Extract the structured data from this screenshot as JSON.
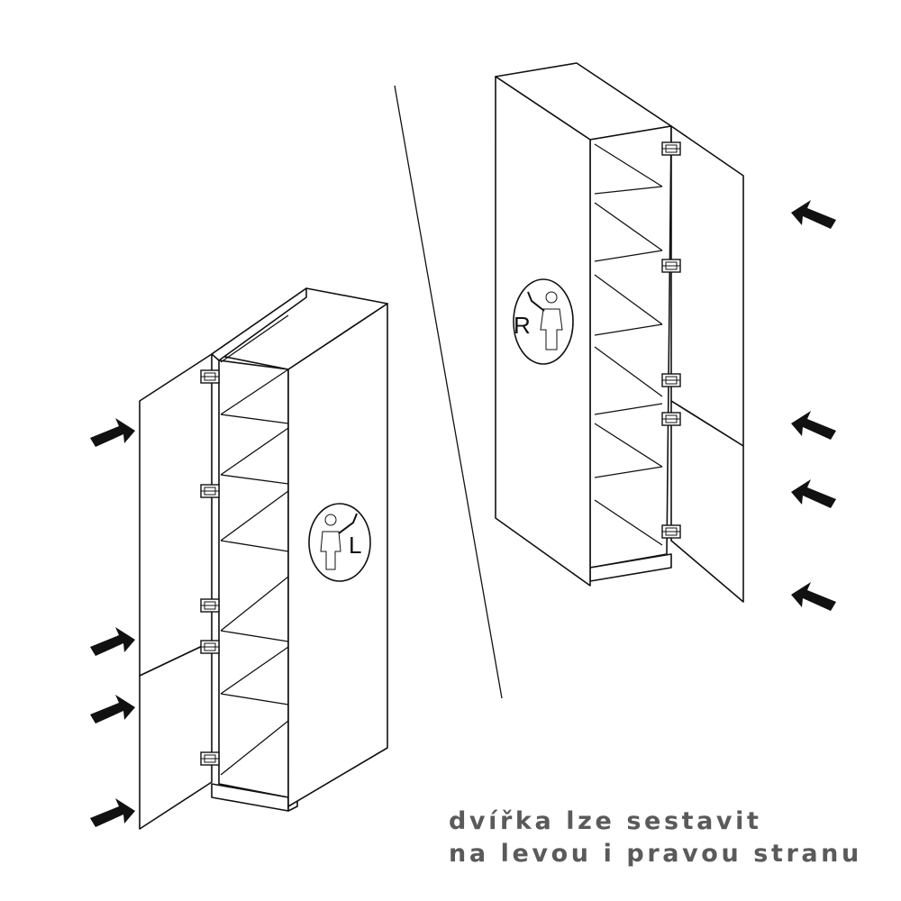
{
  "caption": {
    "line1": "dvířka lze sestavit",
    "line2": "na levou i pravou stranu"
  },
  "left_cabinet": {
    "hinge_side_label": "L"
  },
  "right_cabinet": {
    "hinge_side_label": "R"
  },
  "colors": {
    "line": "#111111",
    "caption": "#5a5a5a"
  }
}
